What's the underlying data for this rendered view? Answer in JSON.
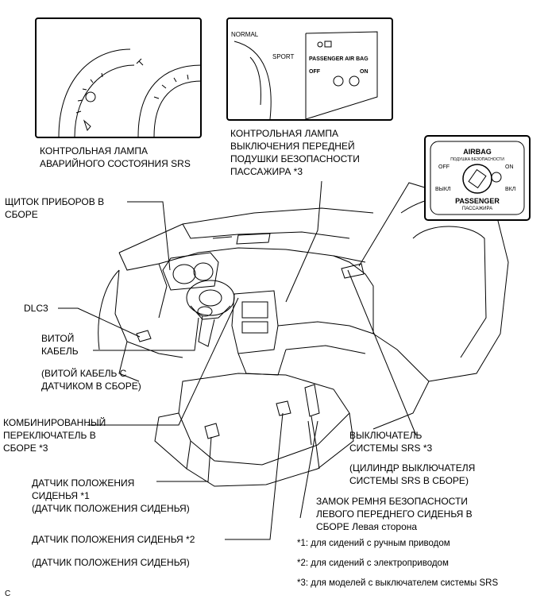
{
  "callouts": {
    "srs_warning_lamp": [
      "КОНТРОЛЬНАЯ ЛАМПА",
      "АВАРИЙНОГО СОСТОЯНИЯ SRS"
    ],
    "passenger_airbag_off_lamp": [
      "КОНТРОЛЬНАЯ ЛАМПА",
      "ВЫКЛЮЧЕНИЯ ПЕРЕДНЕЙ",
      "ПОДУШКИ БЕЗОПАСНОСТИ",
      "ПАССАЖИРА *3"
    ],
    "combination_meter": [
      "ЩИТОК ПРИБОРОВ В",
      "СБОРЕ"
    ],
    "dlc3": "DLC3",
    "spiral_cable": [
      "ВИТОЙ",
      "КАБЕЛЬ"
    ],
    "spiral_cable_note": [
      "(ВИТОЙ КАБЕЛЬ С",
      "ДАТЧИКОМ В СБОРЕ)"
    ],
    "combination_switch": [
      "КОМБИНИРОВАННЫЙ",
      "ПЕРЕКЛЮЧАТЕЛЬ В",
      "СБОРЕ *3"
    ],
    "srs_switch": [
      "ВЫКЛЮЧАТЕЛЬ",
      "СИСТЕМЫ SRS *3"
    ],
    "srs_switch_note": [
      "(ЦИЛИНДР ВЫКЛЮЧАТЕЛЯ",
      "СИСТЕМЫ SRS В СБОРЕ)"
    ],
    "seat_position_sensor_1": [
      "ДАТЧИК ПОЛОЖЕНИЯ",
      "СИДЕНЬЯ  *1",
      "(ДАТЧИК ПОЛОЖЕНИЯ СИДЕНЬЯ)"
    ],
    "buckle_switch": [
      "ЗАМОК РЕМНЯ БЕЗОПАСНОСТИ",
      "ЛЕВОГО ПЕРЕДНЕГО СИДЕНЬЯ В",
      "СБОРЕ Левая сторона"
    ],
    "seat_position_sensor_2": "ДАТЧИК ПОЛОЖЕНИЯ СИДЕНЬЯ *2",
    "seat_position_sensor_2_note": "(ДАТЧИК ПОЛОЖЕНИЯ СИДЕНЬЯ)"
  },
  "footnotes": [
    "*1: для сидений с ручным приводом",
    "*2: для сидений с электроприводом",
    "*3: для моделей с выключателем системы SRS"
  ],
  "corner_code": "C",
  "panel_text": {
    "normal": "NORMAL",
    "sport": "SPORT",
    "passenger_air_bag": "PASSENGER AIR BAG",
    "off": "OFF",
    "on": "ON"
  },
  "switch_text": {
    "airbag": "AIRBAG",
    "airbag_ru": "ПОДУШКА БЕЗОПАСНОСТИ",
    "off": "OFF",
    "on": "ON",
    "off_ru": "ВЫКЛ",
    "on_ru": "ВКЛ",
    "passenger": "PASSENGER",
    "passenger_ru": "ПАССАЖИРА"
  }
}
